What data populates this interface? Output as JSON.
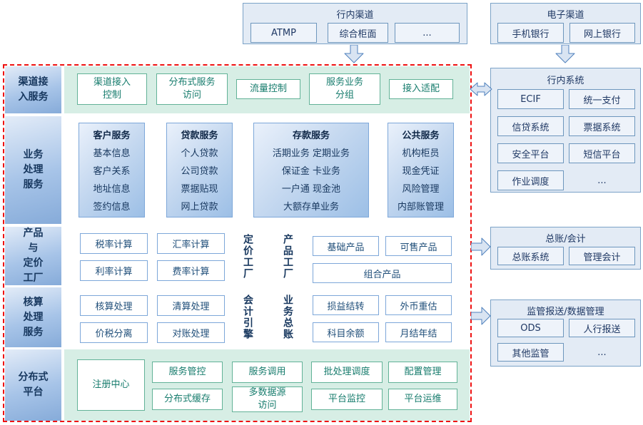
{
  "top": {
    "bank_channels": {
      "title": "行内渠道",
      "items": [
        "ATMP",
        "综合柜面",
        "..."
      ]
    },
    "e_channels": {
      "title": "电子渠道",
      "items": [
        "手机银行",
        "网上银行"
      ]
    }
  },
  "left_rows": {
    "channel_access": {
      "label": "渠道接\n入服务",
      "items": [
        "渠道接入\n控制",
        "分布式服务\n访问",
        "流量控制",
        "服务业务\n分组",
        "接入适配"
      ]
    },
    "business": {
      "label": "业务\n处理\n服务",
      "panels": [
        {
          "title": "客户服务",
          "lines": [
            "基本信息",
            "客户关系",
            "地址信息",
            "签约信息"
          ]
        },
        {
          "title": "贷款服务",
          "lines": [
            "个人贷款",
            "公司贷款",
            "票据贴现",
            "网上贷款"
          ]
        },
        {
          "title": "存款服务",
          "lines": [
            "活期业务 定期业务",
            "保证金 卡业务",
            "一户通 现金池",
            "大额存单业务"
          ]
        },
        {
          "title": "公共服务",
          "lines": [
            "机构柜员",
            "现金凭证",
            "风险管理",
            "内部账管理"
          ]
        }
      ]
    },
    "pricing": {
      "label": "产品\n与\n定价\n工厂",
      "calc": [
        "税率计算",
        "汇率计算",
        "利率计算",
        "费率计算"
      ],
      "vertical_pricing": "定价工厂",
      "vertical_product": "产品工厂",
      "products": [
        "基础产品",
        "可售产品",
        "组合产品"
      ]
    },
    "accounting": {
      "label": "核算\n处理\n服务",
      "calc": [
        "核算处理",
        "清算处理",
        "价税分离",
        "对账处理"
      ],
      "vertical_engine": "会计引擎",
      "vertical_ledger": "业务总账",
      "ledger_items": [
        "损益结转",
        "外币重估",
        "科目余额",
        "月结年结"
      ]
    },
    "platform": {
      "label": "分布式\n平台",
      "registry": "注册中心",
      "row1": [
        "服务管控",
        "服务调用",
        "批处理调度",
        "配置管理"
      ],
      "row2": [
        "分布式缓存",
        "多数据源\n访问",
        "平台监控",
        "平台运维"
      ]
    }
  },
  "right_panels": {
    "bank_systems": {
      "title": "行内系统",
      "items": [
        "ECIF",
        "统一支付",
        "信贷系统",
        "票据系统",
        "安全平台",
        "短信平台",
        "作业调度",
        "..."
      ]
    },
    "ledger": {
      "title": "总账/会计",
      "items": [
        "总账系统",
        "管理会计"
      ]
    },
    "regulatory": {
      "title": "监管报送/数据管理",
      "items": [
        "ODS",
        "人行报送",
        "其他监管",
        "..."
      ]
    }
  },
  "colors": {
    "accent_blue": "#4f81bd",
    "accent_green": "#62b297",
    "boundary_red": "#ee1111",
    "navy_text": "#1f3864",
    "teal_text": "#177c6d"
  }
}
